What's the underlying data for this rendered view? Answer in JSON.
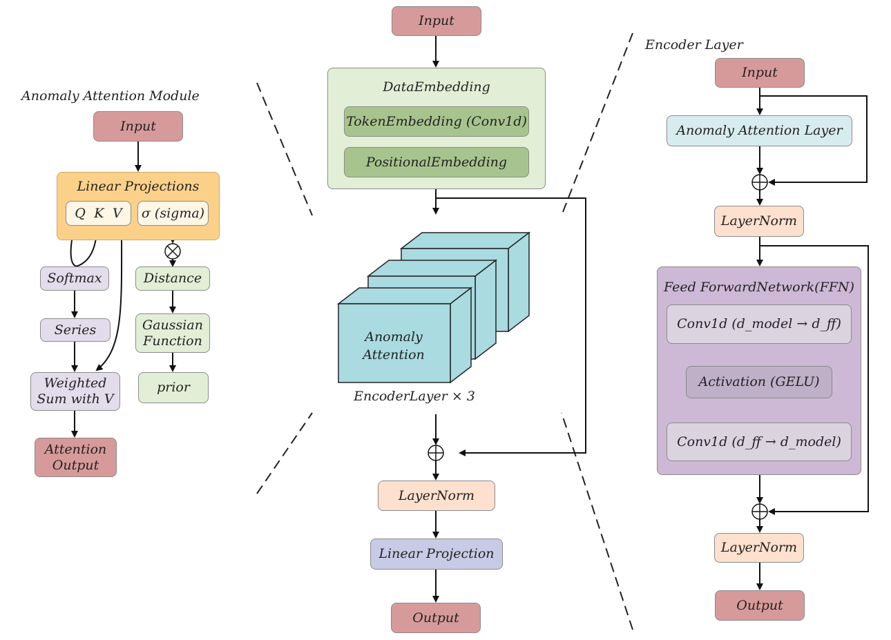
{
  "center": {
    "input": "Input",
    "data_embedding": "DataEmbedding",
    "token_embedding": "TokenEmbedding (Conv1d)",
    "positional_embedding": "PositionalEmbedding",
    "anomaly_attention_line1": "Anomaly",
    "anomaly_attention_line2": "Attention",
    "encoder_layer_x3": "EncoderLayer × 3",
    "layer_norm": "LayerNorm",
    "linear_projection": "Linear Projection",
    "output": "Output"
  },
  "left_module": {
    "title": "Anomaly Attention Module",
    "input": "Input",
    "linear_projections": "Linear Projections",
    "q": "Q",
    "k": "K",
    "v": "V",
    "sigma": "σ (sigma)",
    "softmax": "Softmax",
    "distance": "Distance",
    "series": "Series",
    "gaussian_line1": "Gaussian",
    "gaussian_line2": "Function",
    "weighted_line1": "Weighted",
    "weighted_line2": "Sum with V",
    "prior": "prior",
    "attention_output_line1": "Attention",
    "attention_output_line2": "Output"
  },
  "right_module": {
    "title": "Encoder Layer",
    "input": "Input",
    "anomaly_attention_layer": "Anomaly Attention Layer",
    "layer_norm_1": "LayerNorm",
    "ffn_title": "Feed ForwardNetwork(FFN)",
    "conv1": "Conv1d (d_model → d_ff)",
    "activation": "Activation (GELU)",
    "conv2": "Conv1d (d_ff → d_model)",
    "layer_norm_2": "LayerNorm",
    "output": "Output"
  },
  "colors": {
    "input_output": "#d79a9a",
    "layer_norm": "#fde0cd",
    "embedding_panel": "#e2efd6",
    "embedding_boxes": "#a8c48e",
    "left_panel": "#fde2cf",
    "right_panel": "#ebe3ee",
    "center_panel": "#f2f2f2",
    "cube_face": "#a9dbe1"
  }
}
